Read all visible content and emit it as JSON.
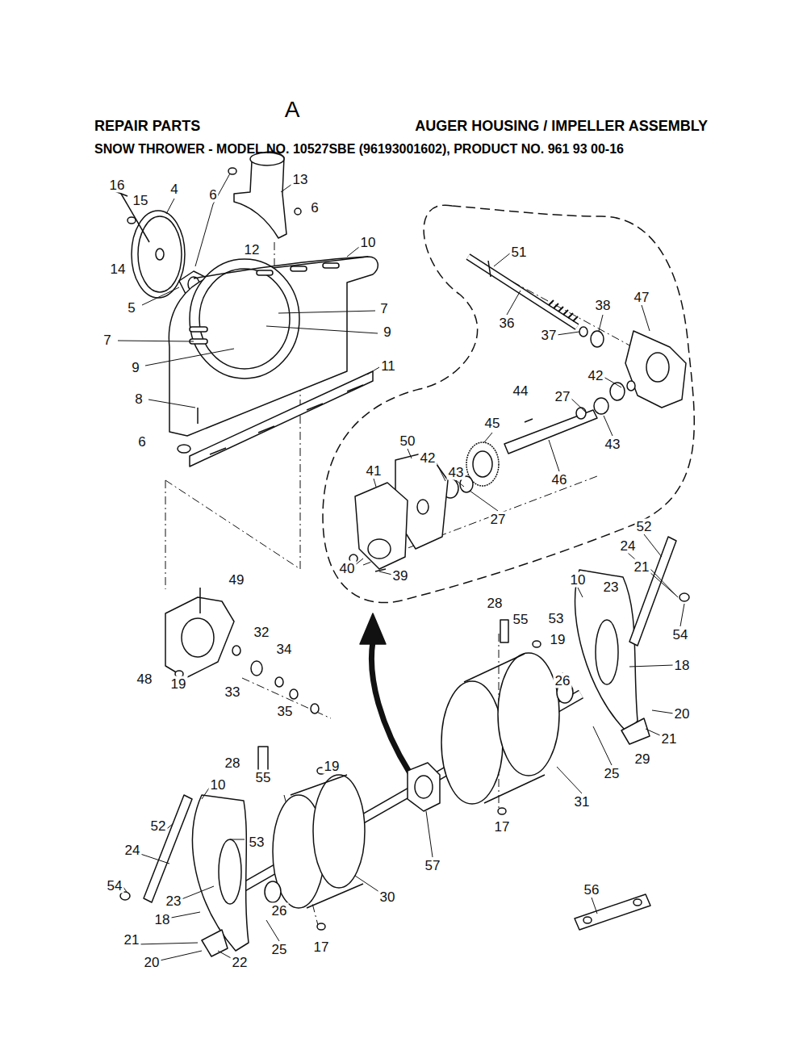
{
  "diagram": {
    "title": "REPAIR PARTS",
    "labels": [
      "A",
      "AUGER HOUSING / IMPELLER ASSEMBLY",
      "SNOW THROWER - MODEL NO. 10527SBE (96193001602), PRODUCT NO. 961 93 00-16",
      "16",
      "15",
      "4",
      "6",
      "13",
      "6",
      "14",
      "12",
      "10",
      "5",
      "7",
      "7",
      "9",
      "9",
      "11",
      "8",
      "6",
      "51",
      "36",
      "38",
      "47",
      "37",
      "42",
      "44",
      "27",
      "43",
      "45",
      "50",
      "42",
      "43",
      "46",
      "41",
      "27",
      "40",
      "39",
      "52",
      "24",
      "21",
      "10",
      "23",
      "54",
      "28",
      "55",
      "53",
      "19",
      "18",
      "26",
      "20",
      "21",
      "29",
      "25",
      "31",
      "17",
      "49",
      "32",
      "34",
      "48",
      "19",
      "33",
      "35",
      "28",
      "19",
      "55",
      "10",
      "53",
      "52",
      "24",
      "57",
      "30",
      "54",
      "23",
      "18",
      "26",
      "17",
      "56",
      "21",
      "25",
      "20",
      "22"
    ]
  }
}
